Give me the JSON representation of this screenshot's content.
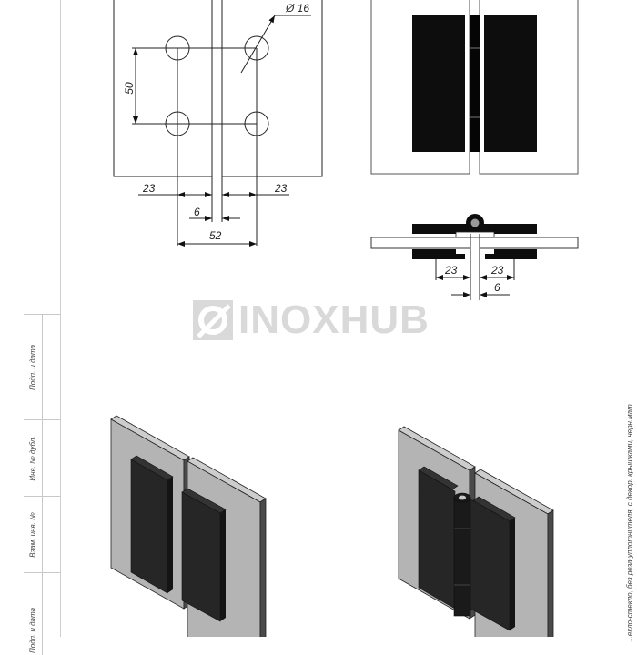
{
  "document": {
    "type": "technical-drawing",
    "subject": "glass-to-glass hinge"
  },
  "watermark": {
    "text": "INOXHUB",
    "color": "#d9d9d9"
  },
  "views": {
    "front_dimensioned": {
      "dimensions": {
        "hole_diameter": "Ø 16",
        "hole_vertical_spacing": "50",
        "left_offset": "23",
        "right_offset": "23",
        "gap": "6",
        "hole_horizontal_spacing": "52"
      }
    },
    "front_with_hinge": {},
    "section_top": {
      "dimensions": {
        "left_offset": "23",
        "right_offset": "23",
        "gap": "6"
      }
    },
    "iso_without_pin": {},
    "iso_with_pin": {}
  },
  "stamp": {
    "cells": [
      {
        "label": "Подп. и дата"
      },
      {
        "label": "Инв. № дубл."
      },
      {
        "label": "Взам. инв. №"
      },
      {
        "label": "Подп. и дата"
      }
    ]
  },
  "side_note": {
    "text": "...екло-стекло, без реза уплотнителя, с декор. крышками, черн.мат"
  },
  "colors": {
    "line": "#222222",
    "black_fill": "#0d0d0d",
    "glass_face": "#b4b4b4",
    "glass_top": "#cdcdcd",
    "glass_side": "#4a4a4a",
    "frame": "#cfcfcf"
  }
}
